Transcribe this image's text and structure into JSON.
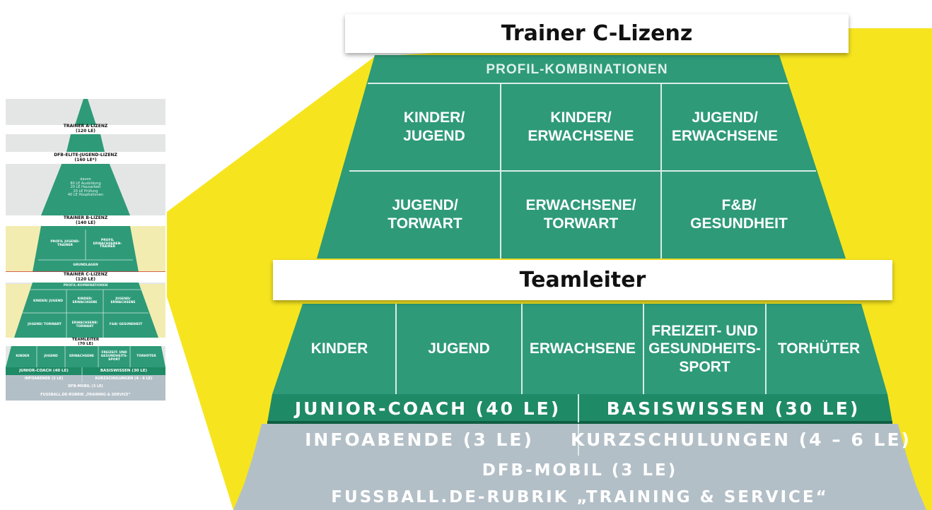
{
  "thumbnail": {
    "a_license": {
      "title": "TRAINER A-LIZENZ",
      "hours": "(120 LE)"
    },
    "elite": {
      "title": "DFB-ELITE-JUGEND-LIZENZ",
      "hours": "(160 LE*)"
    },
    "elite_detail": [
      "davon",
      "80 LE Ausbildung",
      "20 LE Hausarbeit",
      "20 LE Prüfung",
      "40 LE Hospitationen"
    ],
    "b_license": {
      "title": "TRAINER B-LIZENZ",
      "hours": "(140 LE)"
    },
    "b_profiles": [
      "PROFIL JUGEND-TRAINER",
      "PROFIL ERWACHSENEN-TRAINER"
    ],
    "b_base": "GRUNDLAGEN",
    "c_license": {
      "title": "TRAINER C-LIZENZ",
      "hours": "(120 LE)"
    },
    "c_profile_header": "PROFIL-KOMBINATIONEN",
    "c_row1": [
      "KINDER/ JUGEND",
      "KINDER/ ERWACHSENE",
      "JUGEND/ ERWACHSENE"
    ],
    "c_row2": [
      "JUGEND/ TORWART",
      "ERWACHSENE/ TORWART",
      "F&B/ GESUNDHEIT"
    ],
    "teamleiter": {
      "title": "TEAMLEITER",
      "hours": "(70 LE)"
    },
    "team_cells": [
      "KINDER",
      "JUGEND",
      "ERWACHSENE",
      "FREIZEIT- UND GESUNDHEITS-SPORT",
      "TORHÜTER"
    ],
    "junior": "JUNIOR-COACH (40 LE)",
    "basis": "BASISWISSEN (30 LE)",
    "info": "INFOABENDE (3 LE)",
    "kurz": "KURZSCHULUNGEN (4 - 6 LE)",
    "mobil": "DFB-MOBIL (3 LE)",
    "rubrik": "FUSSBALL.DE-RUBRIK „TRAINING & SERVICE“"
  },
  "main": {
    "c_license_title": "Trainer C-Lizenz",
    "profile_header": "PROFIL-KOMBINATIONEN",
    "c_row1": [
      [
        "KINDER/",
        "JUGEND"
      ],
      [
        "KINDER/",
        "ERWACHSENE"
      ],
      [
        "JUGEND/",
        "ERWACHSENE"
      ]
    ],
    "c_row2": [
      [
        "JUGEND/",
        "TORWART"
      ],
      [
        "ERWACHSENE/",
        "TORWART"
      ],
      [
        "F&B/",
        "GESUNDHEIT"
      ]
    ],
    "teamleiter_title": "Teamleiter",
    "team_cells": [
      [
        "KINDER"
      ],
      [
        "JUGEND"
      ],
      [
        "ERWACHSENE"
      ],
      [
        "FREIZEIT- UND",
        "GESUNDHEITS-",
        "SPORT"
      ],
      [
        "TORHÜTER"
      ]
    ],
    "junior": "JUNIOR-COACH (40 LE)",
    "basis": "BASISWISSEN (30 LE)",
    "info": "INFOABENDE (3 LE)",
    "kurz": "KURZSCHULUNGEN (4 – 6 LE)",
    "mobil": "DFB-MOBIL (3 LE)",
    "rubrik": "FUSSBALL.DE-RUBRIK „TRAINING & SERVICE“"
  },
  "colors": {
    "yellow": "#f6e51e",
    "green": "#2e9a78",
    "green_dark": "#1f8a66",
    "grey": "#b3bfc7",
    "line": "#cfe7de"
  }
}
